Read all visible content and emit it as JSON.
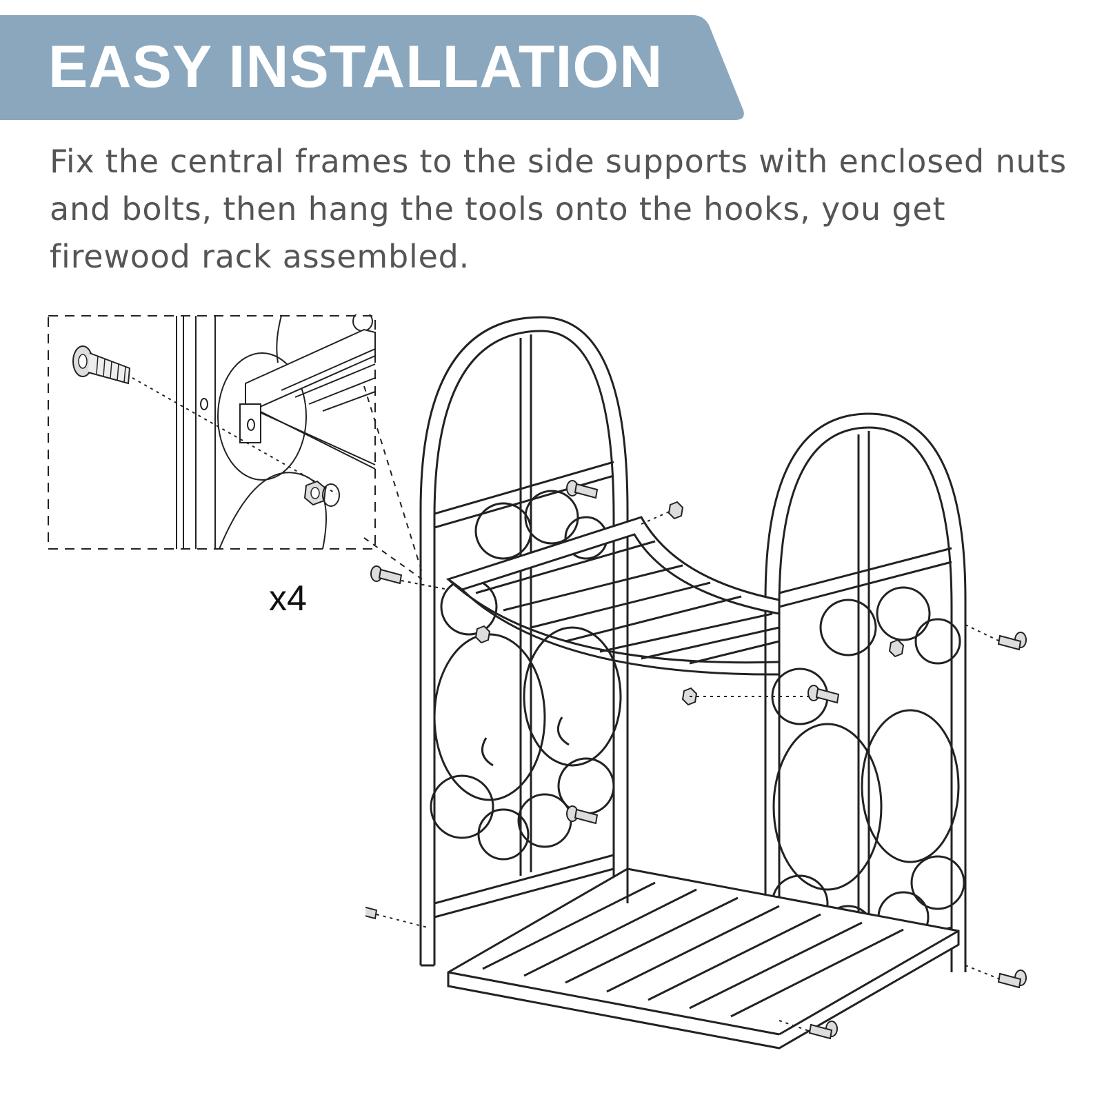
{
  "banner": {
    "title": "EASY INSTALLATION",
    "color": "#8aa7bd"
  },
  "description": "Fix the central frames to the side supports with enclosed nuts and bolts, then hang the tools onto the hooks, you get firewood rack assembled.",
  "detail": {
    "quantity": "x4"
  },
  "illustration": {
    "subject": "firewood-rack-exploded-diagram",
    "line_color": "#222222"
  }
}
